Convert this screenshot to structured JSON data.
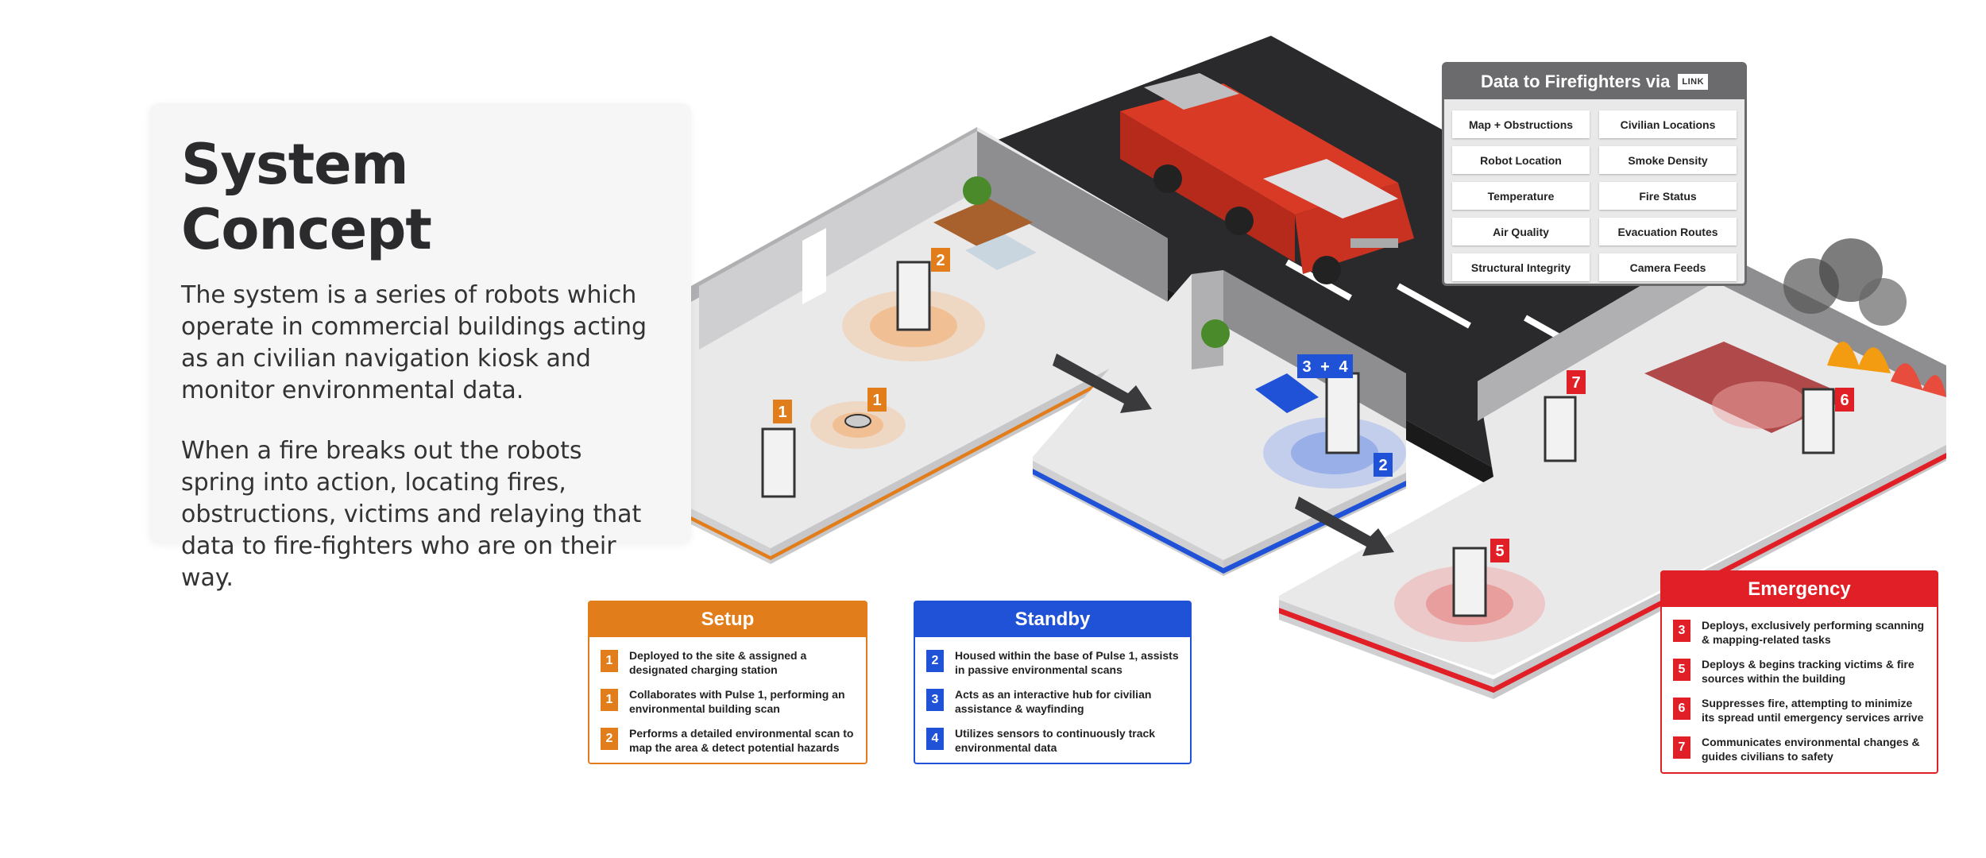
{
  "intro": {
    "title": "System Concept",
    "paragraph_1": "The system is a series of robots which operate in commercial buildings acting as an civilian navigation kiosk and monitor environmental data.",
    "paragraph_2": "When a fire breaks out the robots spring into action, locating fires, obstructions, victims and relaying that data to fire-fighters who are on their way."
  },
  "firefighters_panel": {
    "title": "Data to Firefighters via",
    "logo_text": "LINK",
    "items": [
      "Map + Obstructions",
      "Civilian Locations",
      "Robot Location",
      "Smoke Density",
      "Temperature",
      "Fire Status",
      "Air Quality",
      "Evacuation Routes",
      "Structural Integrity",
      "Camera Feeds"
    ]
  },
  "phases": {
    "setup": {
      "title": "Setup",
      "color": "#e27d1c",
      "items": [
        {
          "badge": "1",
          "text": "Deployed to the site & assigned a designated charging station"
        },
        {
          "badge": "1",
          "text": "Collaborates with Pulse 1, performing an environmental building scan"
        },
        {
          "badge": "2",
          "text": "Performs a detailed environmental scan to map the area & detect potential hazards"
        }
      ]
    },
    "standby": {
      "title": "Standby",
      "color": "#1f52d6",
      "items": [
        {
          "badge": "2",
          "text": "Housed within the base of Pulse 1, assists in passive environmental scans"
        },
        {
          "badge": "3",
          "text": "Acts as an interactive hub for civilian assistance & wayfinding"
        },
        {
          "badge": "4",
          "text": "Utilizes sensors to continuously track environmental data"
        }
      ]
    },
    "emergency": {
      "title": "Emergency",
      "color": "#e01f26",
      "items": [
        {
          "badge": "3",
          "text": "Deploys, exclusively performing scanning & mapping-related tasks"
        },
        {
          "badge": "5",
          "text": "Deploys & begins tracking victims & fire sources within the building"
        },
        {
          "badge": "6",
          "text": "Suppresses fire, attempting to minimize its spread until emergency services arrive"
        },
        {
          "badge": "7",
          "text": "Communicates environmental changes & guides civilians to safety"
        }
      ]
    }
  },
  "scene_tags": {
    "setup_2": "2",
    "setup_1a": "1",
    "setup_1b": "1",
    "standby_3": "3",
    "standby_plus": "+",
    "standby_4": "4",
    "standby_2": "2",
    "emergency_5": "5",
    "emergency_6": "6",
    "emergency_7": "7"
  },
  "colors": {
    "setup": "#e27d1c",
    "standby": "#1f52d6",
    "emergency": "#e01f26",
    "road": "#2a2a2c",
    "floor": "#e9e9ea",
    "wall": "#8e8e91"
  }
}
